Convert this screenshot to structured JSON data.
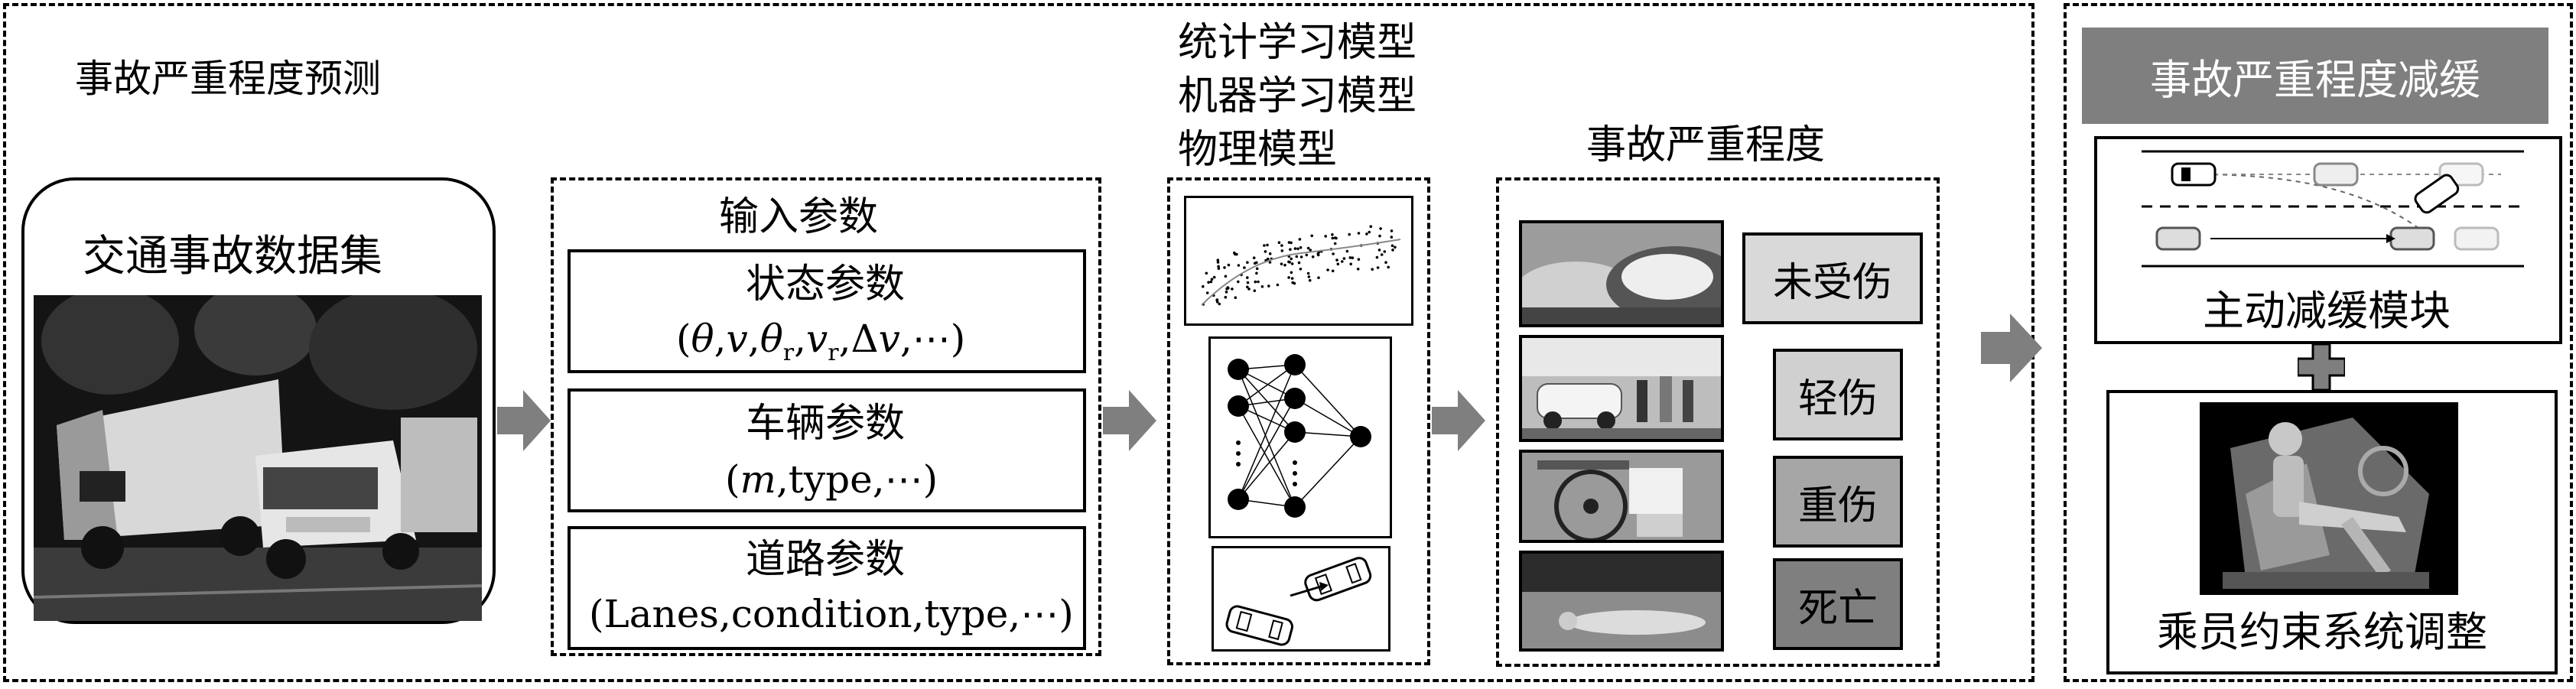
{
  "prediction": {
    "title": "事故严重程度预测",
    "dataset": {
      "title": "交通事故数据集"
    },
    "inputs": {
      "title": "输入参数",
      "groups": [
        {
          "label": "状态参数",
          "formula": "(θ,v,θr,vr,Δv,⋯)"
        },
        {
          "label": "车辆参数",
          "formula": "(m,type,⋯)"
        },
        {
          "label": "道路参数",
          "formula": "(Lanes,condition,type,⋯)"
        }
      ]
    },
    "models": {
      "lines": [
        "统计学习模型",
        "机器学习模型",
        "物理模型"
      ]
    },
    "severity": {
      "title": "事故严重程度",
      "levels": [
        {
          "label": "未受伤",
          "color": "#d9d9d9"
        },
        {
          "label": "轻伤",
          "color": "#d0d0d0"
        },
        {
          "label": "重伤",
          "color": "#a6a6a6"
        },
        {
          "label": "死亡",
          "color": "#7f7f7f"
        }
      ]
    }
  },
  "mitigation": {
    "title": "事故严重程度减缓",
    "active": {
      "label": "主动减缓模块"
    },
    "restraint": {
      "label": "乘员约束系统调整"
    }
  }
}
